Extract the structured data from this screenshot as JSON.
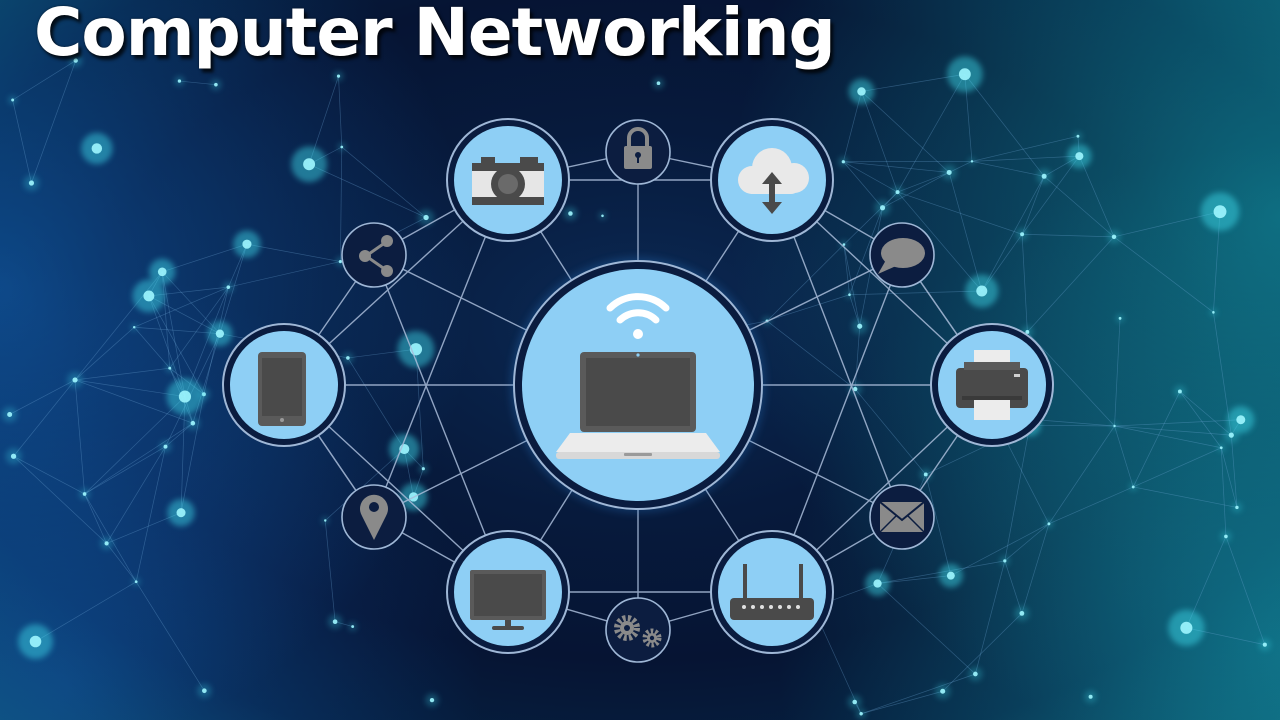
{
  "title": "Computer Networking",
  "colors": {
    "node_fill": "#8ecff5",
    "node_ring": "#0a1c3f",
    "node_ring_outline": "#9fb7d6",
    "small_node_fill": "#0c1d40",
    "connector": "#a9bcd9",
    "icon_dark": "#4a4a4a",
    "glow": "#3fe0f0"
  },
  "diagram": {
    "hub": {
      "icon": "laptop-wifi-icon"
    },
    "devices": [
      {
        "name": "camera-node",
        "icon": "camera-icon"
      },
      {
        "name": "cloud-node",
        "icon": "cloud-sync-icon"
      },
      {
        "name": "tablet-node",
        "icon": "tablet-icon"
      },
      {
        "name": "printer-node",
        "icon": "printer-icon"
      },
      {
        "name": "monitor-node",
        "icon": "monitor-icon"
      },
      {
        "name": "router-node",
        "icon": "router-icon"
      }
    ],
    "badges": [
      {
        "name": "lock-node",
        "icon": "lock-icon"
      },
      {
        "name": "share-node",
        "icon": "share-icon"
      },
      {
        "name": "chat-node",
        "icon": "chat-bubble-icon"
      },
      {
        "name": "location-node",
        "icon": "location-pin-icon"
      },
      {
        "name": "mail-node",
        "icon": "mail-icon"
      },
      {
        "name": "settings-node",
        "icon": "gears-icon"
      }
    ]
  }
}
